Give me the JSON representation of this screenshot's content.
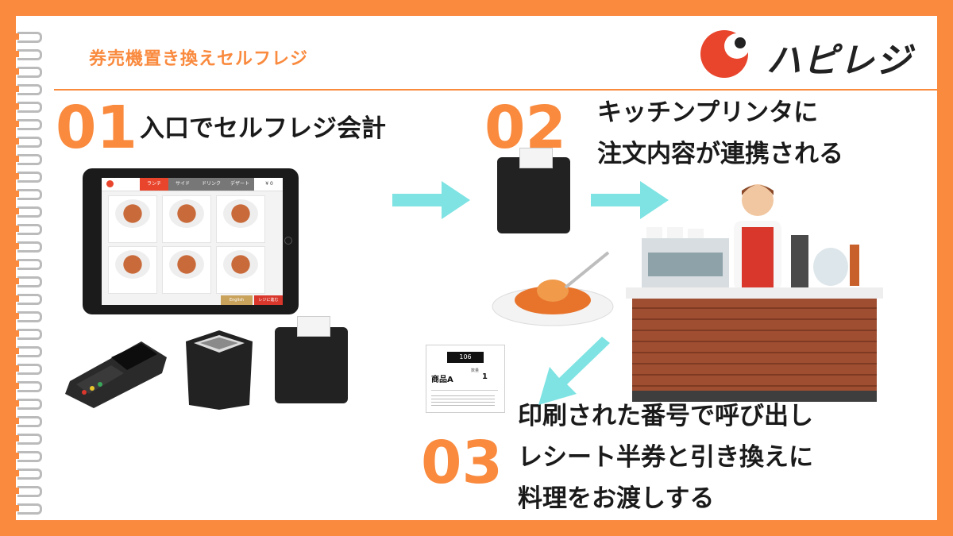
{
  "header": {
    "title": "券売機置き換えセルフレジ"
  },
  "logo": {
    "text": "ハピレジ"
  },
  "steps": [
    {
      "num": "01",
      "lines": [
        "入口でセルフレジ会計"
      ]
    },
    {
      "num": "02",
      "lines": [
        "キッチンプリンタに",
        "注文内容が連携される"
      ]
    },
    {
      "num": "03",
      "lines": [
        "印刷された番号で呼び出し",
        "レシート半券と引き換えに",
        "料理をお渡しする"
      ]
    }
  ],
  "tablet": {
    "tabs": [
      "ランチ",
      "サイド",
      "ドリンク",
      "デザート"
    ],
    "price": "¥ 0",
    "english_btn": "English",
    "register_btn": "レジに進む"
  },
  "receipt": {
    "number": "106",
    "item": "商品A",
    "qty_label": "数量",
    "qty": "1"
  },
  "colors": {
    "accent": "#f98a3e",
    "arrow": "#7fe3e3",
    "logo_red": "#e8452c"
  }
}
